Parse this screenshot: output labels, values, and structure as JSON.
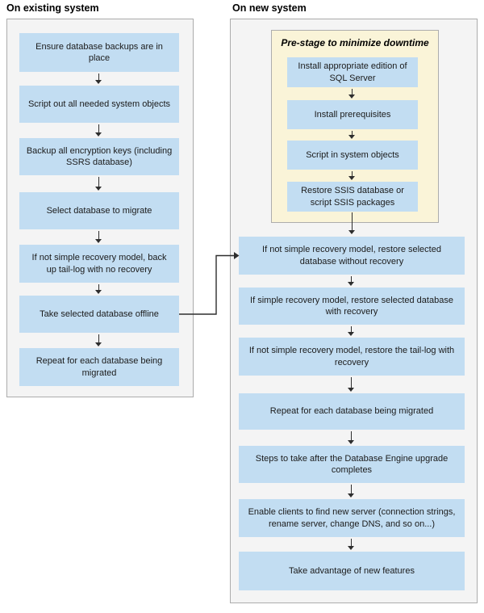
{
  "existing": {
    "title": "On existing system",
    "steps": [
      "Ensure database backups are in place",
      "Script out all needed system objects",
      "Backup all encryption keys (including SSRS database)",
      "Select database to migrate",
      "If not simple recovery model, back up tail-log with no recovery",
      "Take selected database offline",
      "Repeat for each database being migrated"
    ]
  },
  "new_system": {
    "title": "On new system",
    "prestage": {
      "title": "Pre-stage to minimize downtime",
      "steps": [
        "Install appropriate edition of SQL Server",
        "Install prerequisites",
        "Script in system objects",
        "Restore SSIS database or script SSIS packages"
      ]
    },
    "steps": [
      "If not simple recovery model, restore selected database without recovery",
      "If simple recovery model, restore selected database with recovery",
      "If not simple recovery model, restore the tail-log with recovery",
      "Repeat for each database being migrated",
      "Steps to take after the Database Engine upgrade completes",
      "Enable clients to find new server (connection strings, rename server, change DNS, and so on...)",
      "Take advantage of new features"
    ]
  },
  "colors": {
    "step_fill": "#C2DDF2",
    "prestage_fill": "#FAF4D8",
    "prestage_border": "#ADADAD",
    "panel_fill": "#F4F4F4",
    "panel_border": "#ACACAC",
    "arrow": "#2E2E2E",
    "text": "#1B1B1B"
  }
}
